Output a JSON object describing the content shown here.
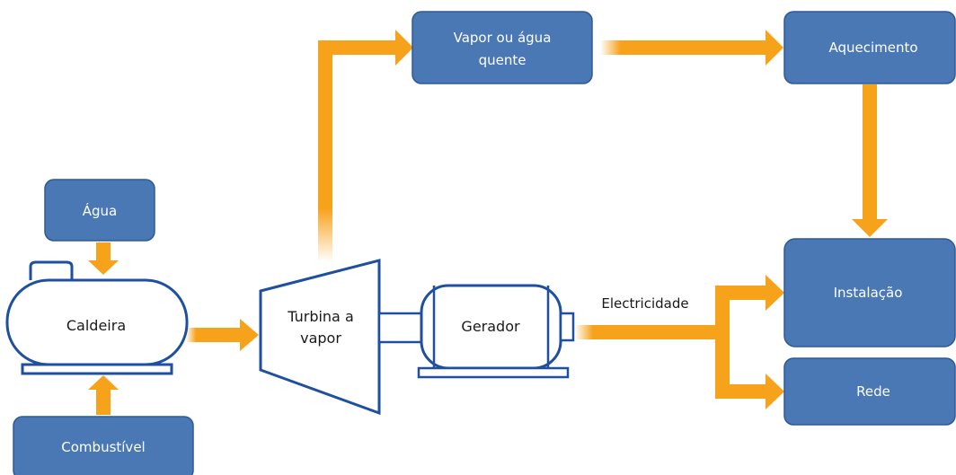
{
  "colors": {
    "box_fill": "#4a78b5",
    "box_stroke": "#2e5a93",
    "arrow": "#f7a21b",
    "equipment_outline": "#1f4fa0"
  },
  "boxes": {
    "agua": "Água",
    "combustivel": "Combustível",
    "vapor_line1": "Vapor ou água",
    "vapor_line2": "quente",
    "aquecimento": "Aquecimento",
    "instalacao": "Instalação",
    "rede": "Rede"
  },
  "equipment": {
    "caldeira": "Caldeira",
    "turbina_line1": "Turbina a",
    "turbina_line2": "vapor",
    "gerador": "Gerador"
  },
  "labels": {
    "electricidade": "Electricidade"
  }
}
